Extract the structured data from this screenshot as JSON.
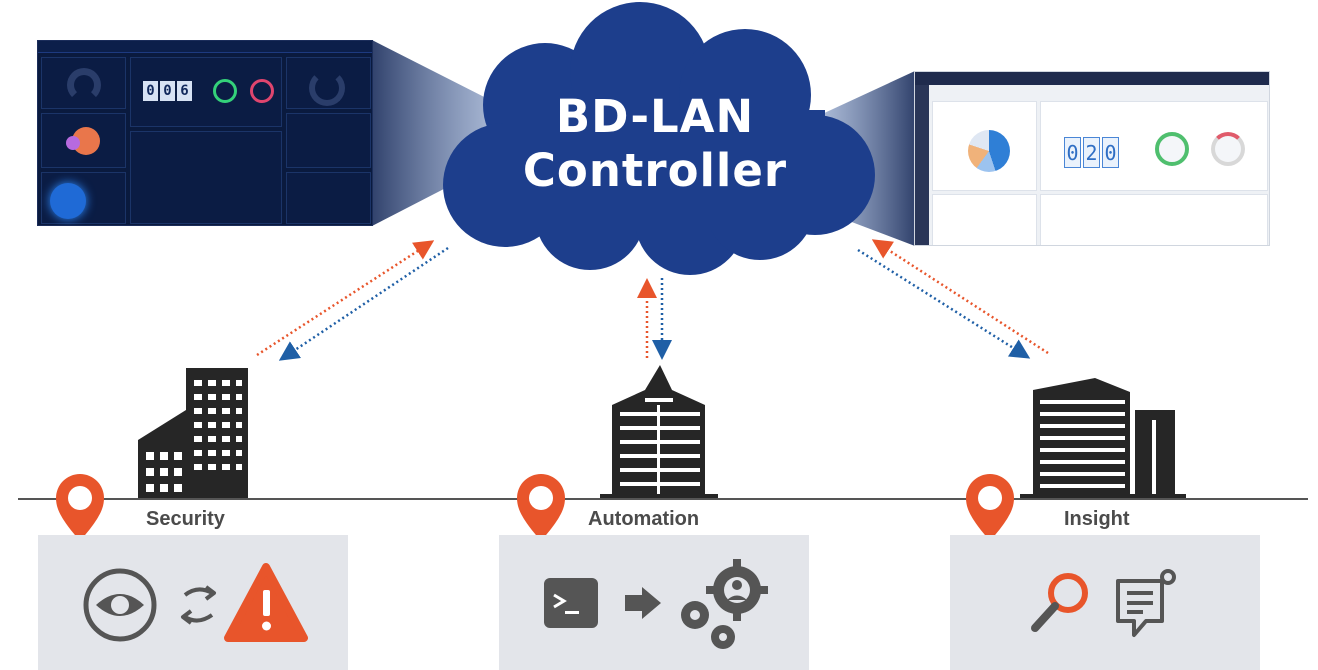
{
  "controller": {
    "title_line1": "BD-LAN",
    "title_line2": "Controller"
  },
  "categories": [
    {
      "label": "Security",
      "icons": [
        "eye-icon",
        "sync-icon",
        "warning-icon"
      ]
    },
    {
      "label": "Automation",
      "icons": [
        "terminal-icon",
        "arrow-right-icon",
        "gears-icon"
      ]
    },
    {
      "label": "Insight",
      "icons": [
        "search-icon",
        "feedback-icon"
      ]
    }
  ],
  "left_dashboard": {
    "counter_digits": [
      "0",
      "0",
      "6"
    ]
  },
  "right_dashboard": {
    "counter_digits": [
      "0",
      "2",
      "0"
    ]
  },
  "colors": {
    "cloud": "#1d3e8c",
    "accent_orange": "#e8552b",
    "flow_blue": "#1f5fa6",
    "building": "#2b2b2b",
    "box_bg": "#e3e5ea",
    "icon_grey": "#555555"
  }
}
